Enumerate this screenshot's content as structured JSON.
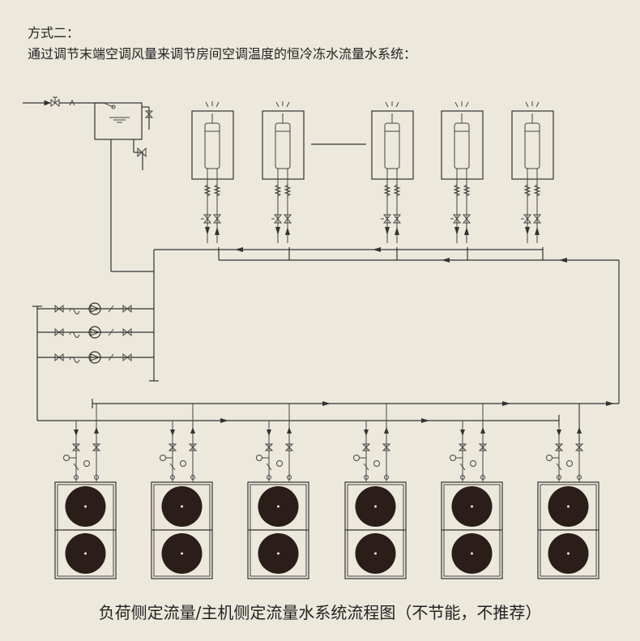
{
  "header": {
    "title": "方式二：",
    "subtitle": "通过调节末端空调风量来调节房间空调温度的恒冷冻水流量水系统："
  },
  "caption": "负荷侧定流量/主机侧定流量水系统流程图（不节能，不推荐）",
  "diagram": {
    "terminal_unit_count": 5,
    "pump_count": 3,
    "chiller_count": 6,
    "fans_per_chiller": 2,
    "colors": {
      "background": "#ece8dc",
      "line": "#333333",
      "fan": "#2b1d19"
    }
  }
}
